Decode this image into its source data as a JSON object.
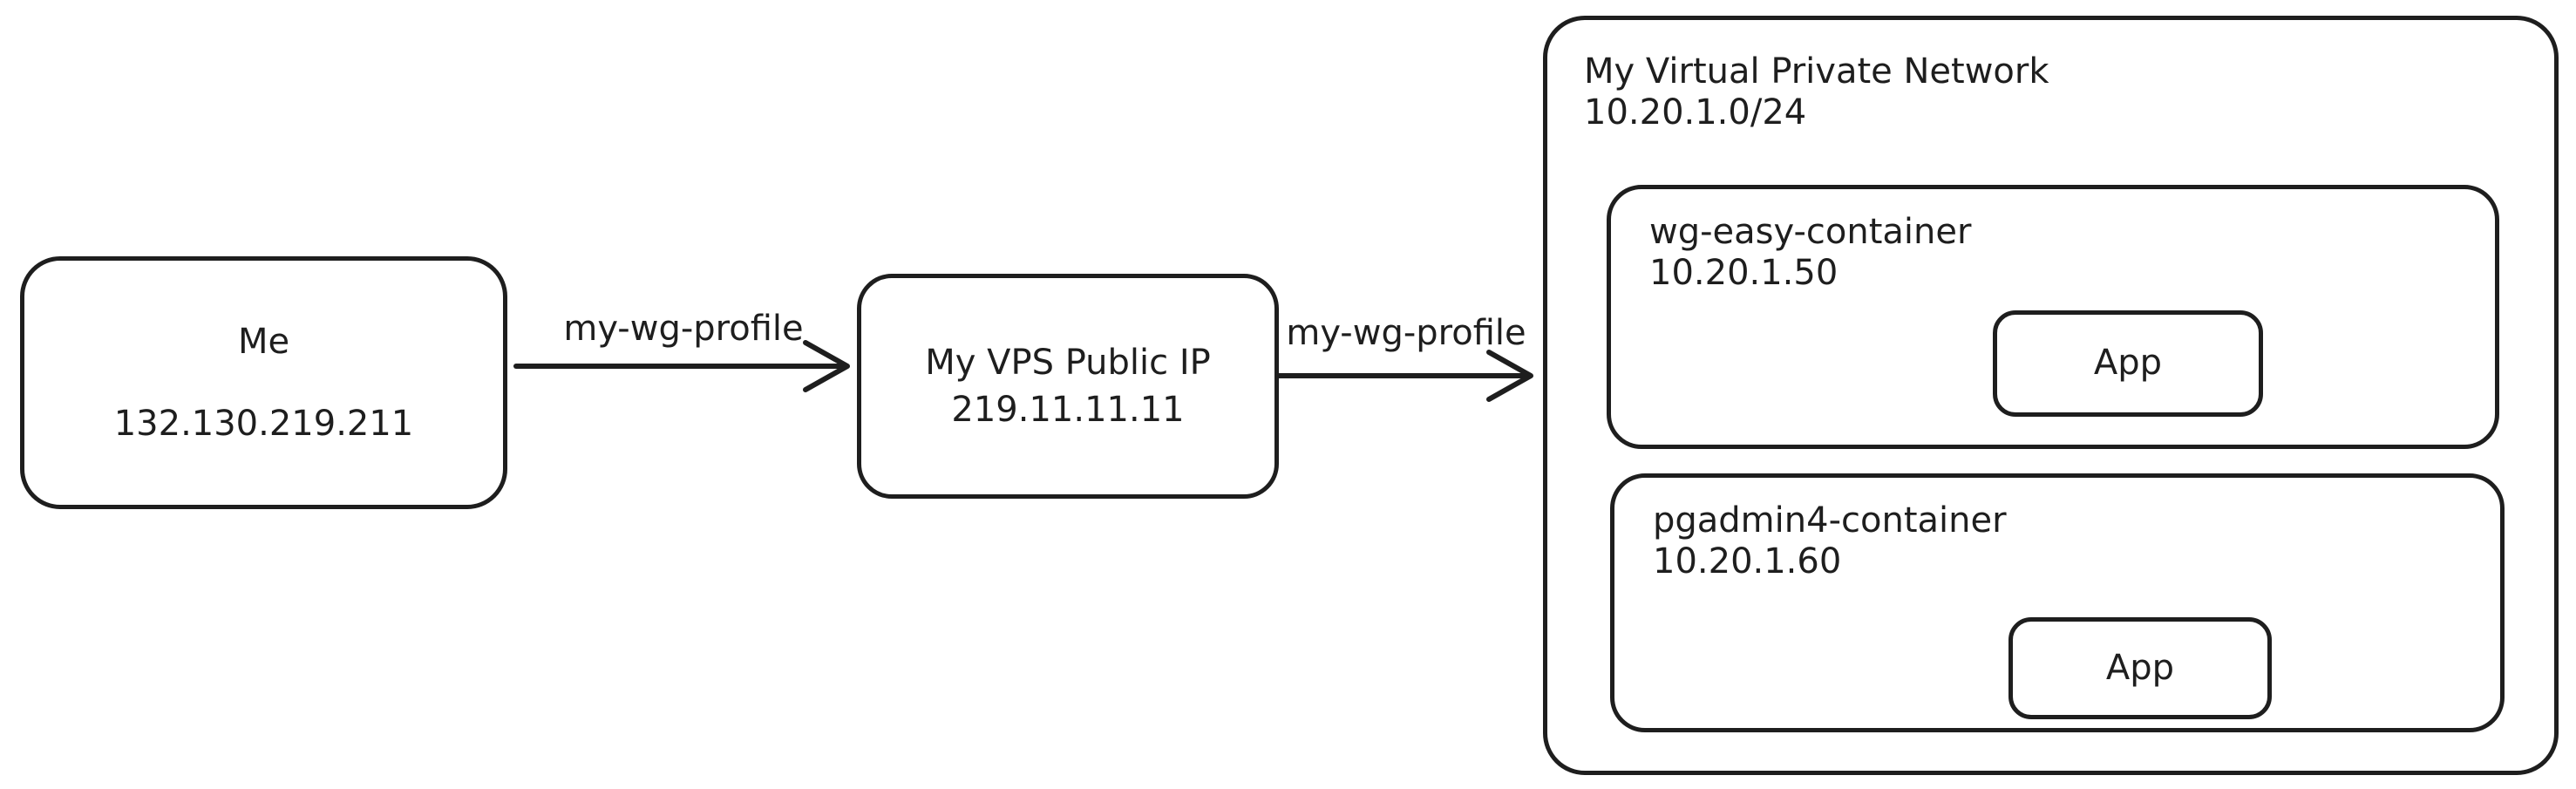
{
  "diagram": {
    "background_color": "#ffffff",
    "stroke_color": "#1e1e1e",
    "nodes": {
      "me": {
        "title": "Me",
        "subtitle": "132.130.219.211"
      },
      "vps": {
        "title": "My VPS Public IP",
        "subtitle": "219.11.11.11"
      },
      "vpn": {
        "title": "My Virtual Private Network",
        "subtitle": "10.20.1.0/24"
      },
      "wg_easy": {
        "title": "wg-easy-container",
        "subtitle": "10.20.1.50",
        "app_label": "App"
      },
      "pgadmin": {
        "title": "pgadmin4-container",
        "subtitle": "10.20.1.60",
        "app_label": "App"
      }
    },
    "edges": [
      {
        "label": "my-wg-profile"
      },
      {
        "label": "my-wg-profile"
      }
    ]
  }
}
